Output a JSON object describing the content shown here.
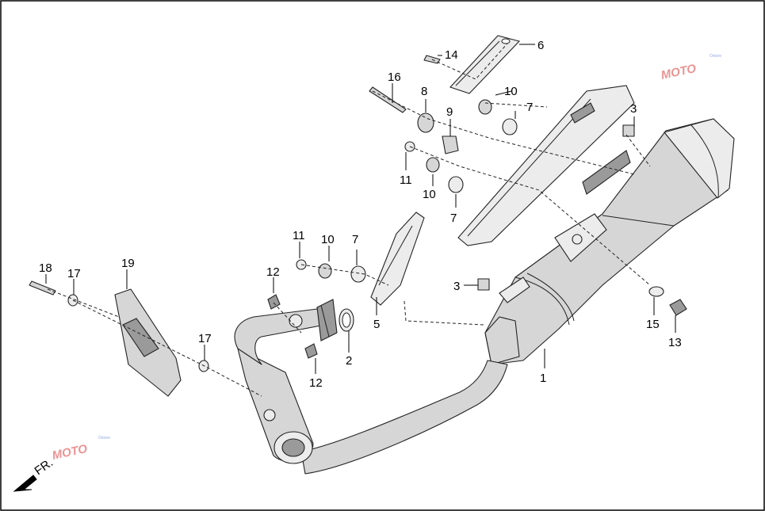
{
  "diagram": {
    "direction_label": "FR.",
    "watermark_text": "MOTO",
    "watermark_sub": "Ostore",
    "callouts": [
      "1",
      "2",
      "3",
      "3",
      "5",
      "6",
      "7",
      "7",
      "7",
      "8",
      "9",
      "10",
      "10",
      "10",
      "11",
      "11",
      "12",
      "12",
      "13",
      "14",
      "15",
      "16",
      "17",
      "17",
      "18",
      "19"
    ]
  }
}
